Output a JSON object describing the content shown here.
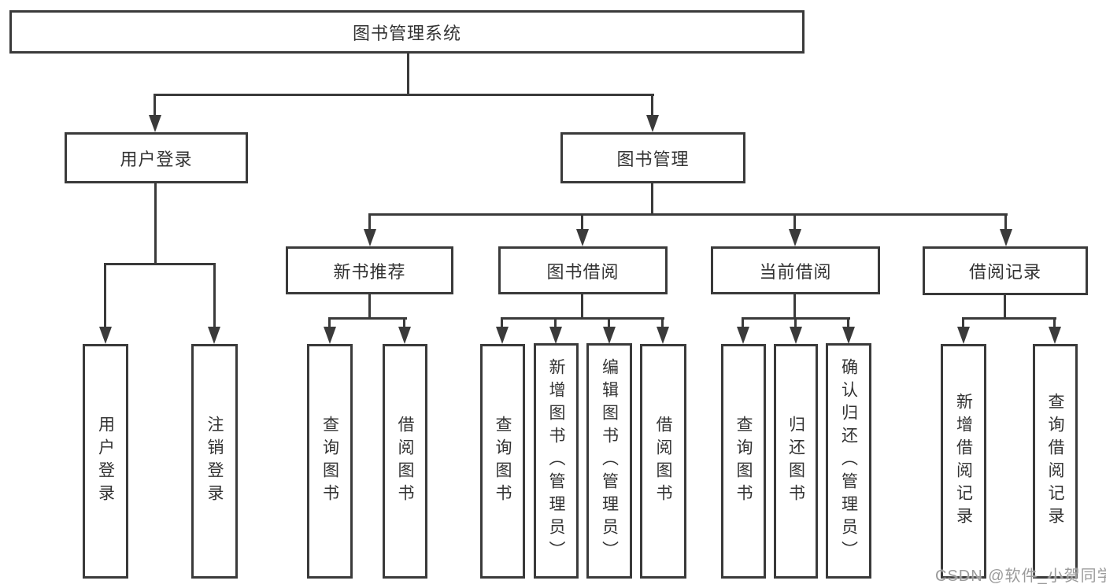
{
  "diagram": {
    "root": {
      "label": "图书管理系统",
      "children": [
        {
          "label": "用户登录",
          "children": [
            {
              "label": "用户登录"
            },
            {
              "label": "注销登录"
            }
          ]
        },
        {
          "label": "图书管理",
          "children": [
            {
              "label": "新书推荐",
              "children": [
                {
                  "label": "查询图书"
                },
                {
                  "label": "借阅图书"
                }
              ]
            },
            {
              "label": "图书借阅",
              "children": [
                {
                  "label": "查询图书"
                },
                {
                  "label": "新增图书（管理员）"
                },
                {
                  "label": "编辑图书（管理员）"
                },
                {
                  "label": "借阅图书"
                }
              ]
            },
            {
              "label": "当前借阅",
              "children": [
                {
                  "label": "查询图书"
                },
                {
                  "label": "归还图书"
                },
                {
                  "label": "确认归还（管理员）"
                }
              ]
            },
            {
              "label": "借阅记录",
              "children": [
                {
                  "label": "新增借阅记录"
                },
                {
                  "label": "查询借阅记录"
                }
              ]
            }
          ]
        }
      ]
    }
  },
  "colors": {
    "line": "#3a3a3a",
    "text": "#333333",
    "watermark": "#9b9b9b",
    "background": "#ffffff"
  },
  "watermark": "CSDN @软件_小贺同学"
}
